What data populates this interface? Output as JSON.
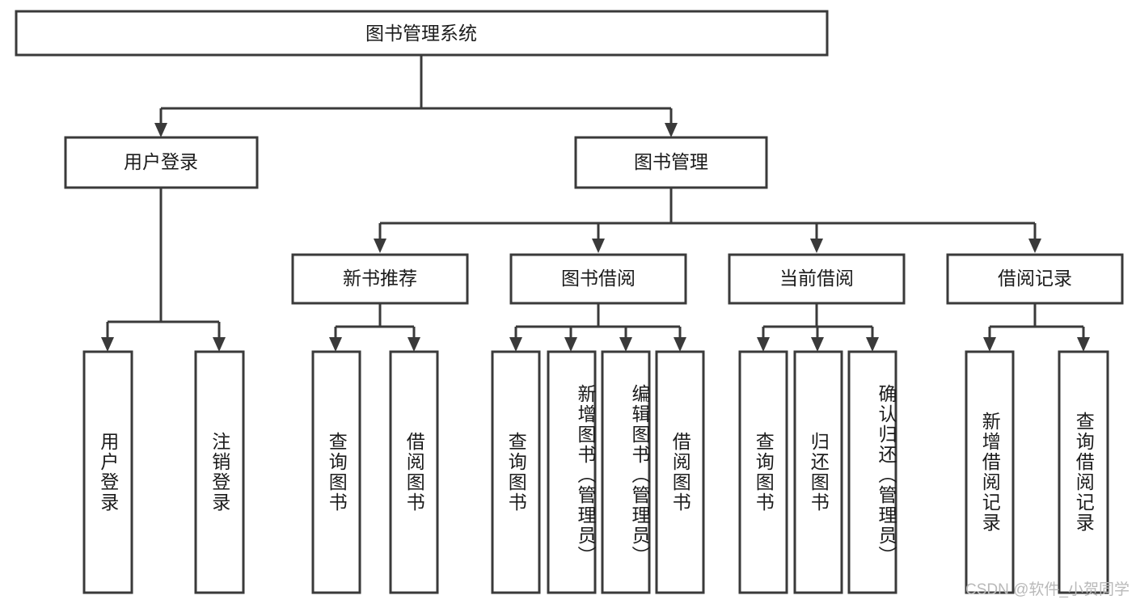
{
  "diagram": {
    "type": "tree",
    "title": "图书管理系统",
    "watermark": "CSDN @软件_小贺同学",
    "colors": {
      "stroke": "#3a3a3a",
      "fill": "#ffffff",
      "text": "#1b1b1b",
      "watermark": "#b9b9b9"
    },
    "levels": {
      "root": {
        "label": "图书管理系统"
      },
      "level2": [
        {
          "label": "用户登录"
        },
        {
          "label": "图书管理"
        }
      ],
      "level3": [
        {
          "label": "新书推荐"
        },
        {
          "label": "图书借阅"
        },
        {
          "label": "当前借阅"
        },
        {
          "label": "借阅记录"
        }
      ],
      "leaves": [
        {
          "label": "用户登录",
          "parent": "用户登录",
          "align": "middle"
        },
        {
          "label": "注销登录",
          "parent": "用户登录",
          "align": "middle"
        },
        {
          "label": "查询图书",
          "parent": "新书推荐",
          "align": "middle"
        },
        {
          "label": "借阅图书",
          "parent": "新书推荐",
          "align": "middle"
        },
        {
          "label": "查询图书",
          "parent": "图书借阅",
          "align": "middle"
        },
        {
          "label": "新增图书（管理员）",
          "parent": "图书借阅",
          "align": "top"
        },
        {
          "label": "编辑图书（管理员）",
          "parent": "图书借阅",
          "align": "top"
        },
        {
          "label": "借阅图书",
          "parent": "图书借阅",
          "align": "middle"
        },
        {
          "label": "查询图书",
          "parent": "当前借阅",
          "align": "middle"
        },
        {
          "label": "归还图书",
          "parent": "当前借阅",
          "align": "middle"
        },
        {
          "label": "确认归还（管理员）",
          "parent": "当前借阅",
          "align": "top"
        },
        {
          "label": "新增借阅记录",
          "parent": "借阅记录",
          "align": "middle"
        },
        {
          "label": "查询借阅记录",
          "parent": "借阅记录",
          "align": "middle"
        }
      ]
    }
  }
}
